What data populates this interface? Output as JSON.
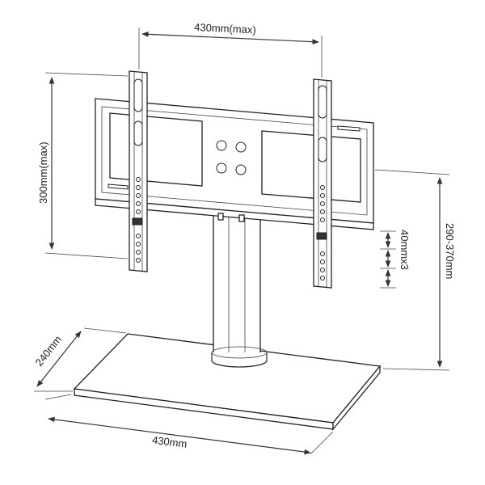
{
  "dimensions": {
    "vesa_width": "430mm(max)",
    "vesa_height": "300mm(max)",
    "hole_spacing": "40mmx3",
    "height_range": "290-370mm",
    "base_depth": "240mm",
    "base_width": "430mm"
  }
}
